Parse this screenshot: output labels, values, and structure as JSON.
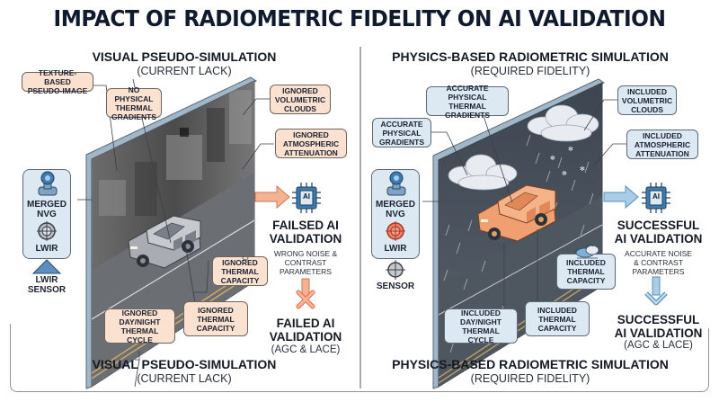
{
  "title": "IMPACT OF RADIOMETRIC FIDELITY ON AI VALIDATION",
  "colors": {
    "warm_callout": "#fbe1cf",
    "cool_callout": "#dce9f2",
    "warm_arrow": "#f4b391",
    "cool_arrow": "#a9cde6",
    "title_text": "#0f1a2e",
    "car_grey": "#b8bcc2",
    "car_orange": "#f0a070"
  },
  "left": {
    "header": "VISUAL PSEUDO-SIMULATION",
    "subheader": "(CURRENT LACK)",
    "footer_title": "VISUAL PSEUDO-SIMULATION",
    "footer_sub": "(CURRENT LACK)",
    "callouts": {
      "texture": "TEXTURE-BASED\nPSEUDO-IMAGE",
      "gradients": "NO PHYSICAL\nTHERMAL\nGRADIENTS",
      "clouds": "IGNORED\nVOLUMETRIC\nCLOUDS",
      "atmos": "IGNORED\nATMOSPHERIC\nATTENUATION",
      "capacity_right": "IGNORED\nTHERMAL\nCAPACITY",
      "daynight": "IGNORED\nDAY/NIGHT\nTHERMAL CYCLE",
      "capacity_bottom": "IGNORED\nTHERMAL\nCAPACITY"
    },
    "sensor": {
      "merged": "MERGED\nNVG",
      "lwir": "LWIR",
      "sensor_label": "LWIR\nSENSOR"
    },
    "chip_label": "AI",
    "result_title": "FAILSED AI\nVALIDATION",
    "result_sub": "WRONG NOISE &\nCONTRAST\nPARAMETERS",
    "final_title": "FAILED AI\nVALIDATION",
    "final_sub": "(AGC & LACE)"
  },
  "right": {
    "header": "PHYSICS-BASED RADIOMETRIC SIMULATION",
    "subheader": "(REQUIRED FIDELITY)",
    "footer_title": "PHYSICS-BASED RADIOMETRIC SIMULATION",
    "footer_sub": "(REQUIRED FIDELITY)",
    "callouts": {
      "gradients_left": "ACCURATE\nPHYSICAL\nGRADIENTS",
      "gradients": "ACCURATE PHYSICAL\nTHERMAL\nGRADIENTS",
      "clouds": "INCLUDED\nVOLUMETRIC\nCLOUDS",
      "atmos": "INCLUDED\nATMOSPHERIC\nATTENUATION",
      "capacity_right": "INCLUDED\nTHERMAL\nCAPACITY",
      "daynight": "INCLUDED\nDAY/NIGHT\nTHERMAL CYCLE",
      "capacity_bottom": "INCLUDED\nTHERMAL\nCAPACITY"
    },
    "sensor": {
      "merged": "MERGED\nNVG",
      "lwir": "LWIR",
      "sensor_label": "SENSOR"
    },
    "chip_label": "AI",
    "result_title": "SUCCESSFUL\nAI VALIDATION",
    "result_sub": "ACCURATE NOISE\n& CONTRAST\nPARAMETERS",
    "final_title": "SUCCESSFUL\nAI VALIDATION",
    "final_sub": "(AGC & LACE)"
  }
}
